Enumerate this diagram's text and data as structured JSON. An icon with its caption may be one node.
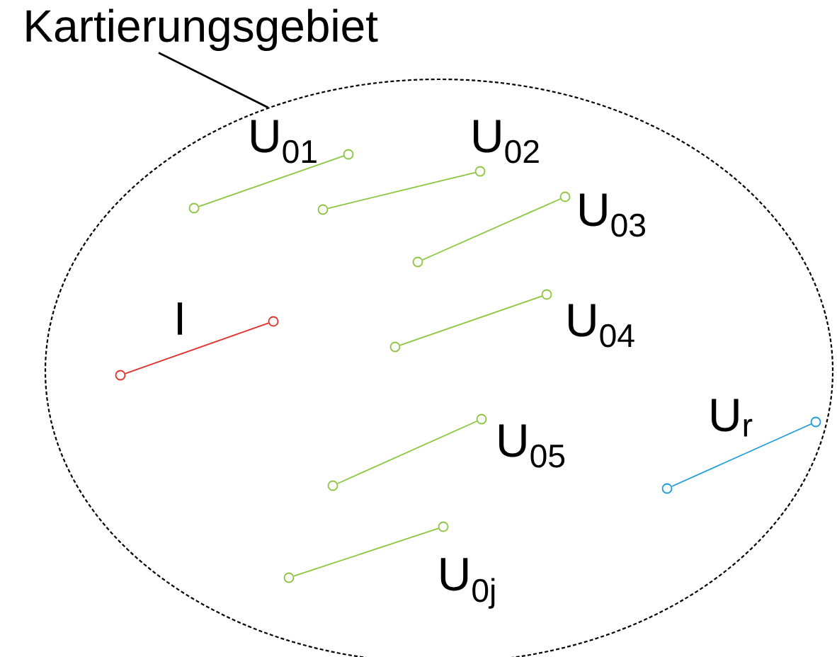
{
  "diagram": {
    "nodes": [
      {
        "text": [
          "Kartierungsgebiet"
        ]
      },
      {
        "text": [],
        "shape": "circle"
      },
      {
        "text": [],
        "shape": "circle",
        "in": 1
      },
      {
        "text": [],
        "shape": "circle",
        "in": 1
      },
      {
        "text": [],
        "shape": "circle",
        "in": 1
      },
      {
        "text": [],
        "shape": "circle",
        "in": 1
      },
      {
        "text": [],
        "shape": "circle",
        "in": 1
      },
      {
        "text": [],
        "shape": "circle",
        "in": 1
      },
      {
        "text": [],
        "shape": "circle",
        "in": 1
      },
      {
        "text": [],
        "shape": "circle",
        "in": 1
      },
      {
        "text": [],
        "shape": "circle",
        "in": 1
      },
      {
        "text": [],
        "shape": "circle",
        "in": 1
      },
      {
        "text": [],
        "shape": "circle",
        "in": 1
      },
      {
        "text": [],
        "shape": "circle",
        "in": 1
      },
      {
        "text": [],
        "shape": "circle",
        "in": 1
      },
      {
        "text": [],
        "shape": "circle",
        "in": 1
      },
      {
        "text": [],
        "shape": "circle",
        "in": 1
      },
      {
        "text": [],
        "shape": "circle",
        "in": 1
      }
    ],
    "edges": [
      {
        "from": 0,
        "to": 1,
        "arrow": "none",
        "color": "#000000"
      },
      {
        "from": 2,
        "to": 3,
        "arrow": "none",
        "label": "U$_{01}$"
      },
      {
        "from": 4,
        "to": 5,
        "arrow": "none",
        "label": "U$_{02}$"
      },
      {
        "from": 6,
        "to": 7,
        "arrow": "none",
        "label": "U$_{03}$"
      },
      {
        "from": 8,
        "to": 9,
        "arrow": "none",
        "label": "I",
        "color": "#e2312b"
      },
      {
        "from": 10,
        "to": 11,
        "arrow": "none",
        "label": "U$_{04}$"
      },
      {
        "from": 12,
        "to": 13,
        "arrow": "none",
        "label": "U$_{05}$"
      },
      {
        "from": 14,
        "to": 15,
        "arrow": "none",
        "label": "U$_{r}$",
        "color": "#1b9ddb"
      },
      {
        "from": 16,
        "to": 17,
        "arrow": "none",
        "label": "U$_{0j}$"
      }
    ]
  }
}
